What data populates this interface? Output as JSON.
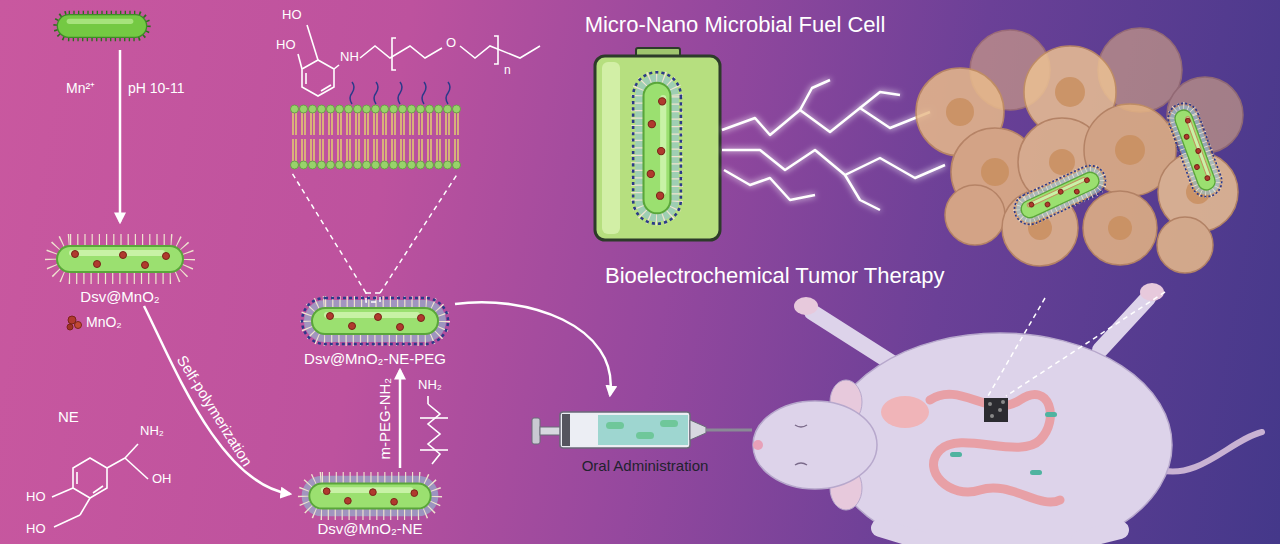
{
  "diagram": {
    "nodes": [
      {
        "text": [
          "Dsv@MnO₂"
        ]
      },
      {
        "text": [
          "Dsv@MnO₂-NE"
        ]
      },
      {
        "text": [
          "Dsv@MnO₂-NE-PEG"
        ]
      },
      {
        "text": [
          "Oral Administration"
        ]
      },
      {
        "text": [
          "Micro-Nano Microbial Fuel Cell"
        ]
      }
    ],
    "edges": [
      {
        "from": 0,
        "to": 1,
        "arrow": "to",
        "label": "Self-polymerization"
      },
      {
        "from": 1,
        "to": 2,
        "arrow": "to",
        "label": "m-PEG-NH₂"
      },
      {
        "from": 2,
        "to": 3,
        "arrow": "to"
      }
    ],
    "labels": [
      "Mn²⁺",
      "pH 10-11",
      "NE",
      "NH₂",
      "OH",
      "HO",
      "HO",
      "HO",
      "HO",
      "NH",
      "O",
      "n",
      "NH₂",
      "Bioelectrochemical Tumor Therapy"
    ],
    "legend": [
      {
        "text": "MnO₂"
      }
    ]
  }
}
